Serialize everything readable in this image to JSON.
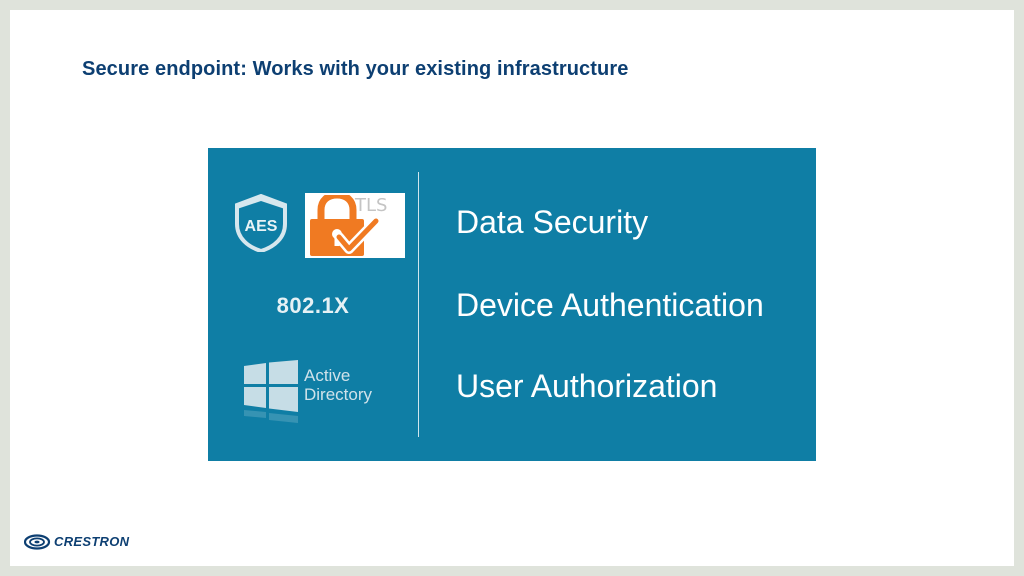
{
  "slide": {
    "title": "Secure endpoint: Works with your existing infrastructure"
  },
  "panel": {
    "aes_badge_text": "AES",
    "tls_label": "TLS",
    "protocol_label": "802.1X",
    "active_directory_line1": "Active",
    "active_directory_line2": "Directory",
    "features": [
      "Data Security",
      "Device Authentication",
      "User Authorization"
    ]
  },
  "footer": {
    "logo_text": "CRESTRON"
  },
  "colors": {
    "title": "#0d3f72",
    "panel_background": "#0f7ea5",
    "lock_orange": "#f07a22",
    "slide_border": "#dfe3db"
  },
  "icons": {
    "aes": "shield-icon",
    "tls": "padlock-check-icon",
    "active_directory": "windows-logo-icon",
    "logo": "crestron-swirl-icon"
  }
}
